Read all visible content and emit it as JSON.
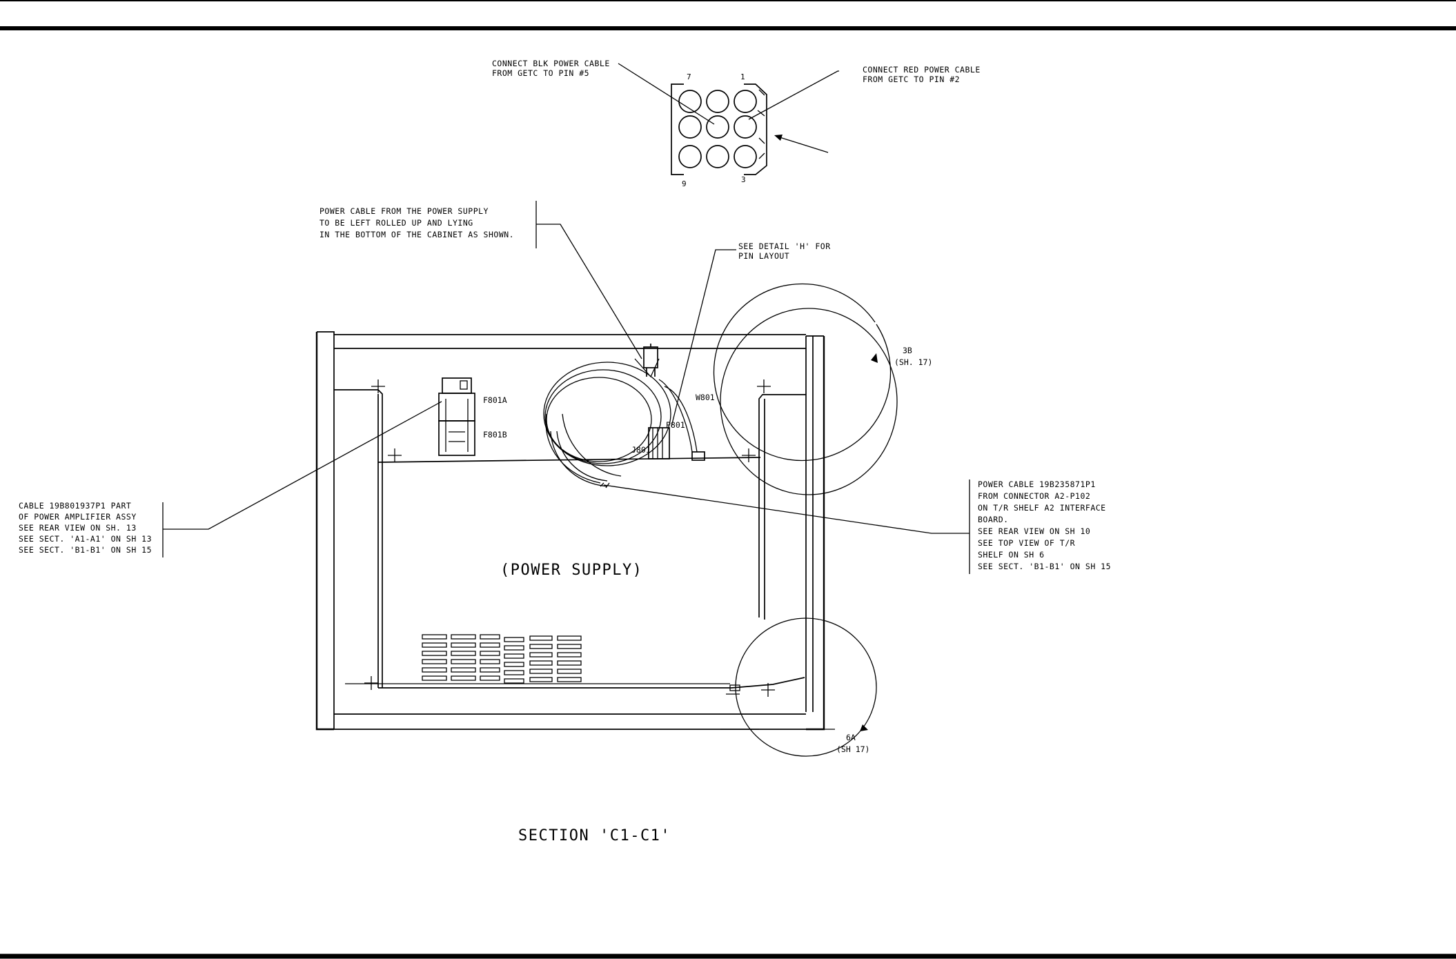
{
  "detail": {
    "pin_top_left": "7",
    "pin_top_right": "1",
    "pin_bottom_left": "9",
    "pin_bottom_right": "3",
    "callout_blk": [
      "CONNECT BLK POWER CABLE",
      "FROM GETC TO PIN #5"
    ],
    "callout_red": [
      "CONNECT RED POWER CABLE",
      "FROM GETC TO PIN #2"
    ]
  },
  "notes": {
    "coiled_cable": [
      "POWER CABLE FROM THE POWER SUPPLY",
      "TO BE LEFT ROLLED UP AND LYING",
      "IN THE BOTTOM OF THE CABINET AS SHOWN."
    ],
    "detail_ref": [
      "SEE DETAIL 'H' FOR",
      "PIN LAYOUT"
    ],
    "cable_left": [
      "CABLE 19B801937P1 PART",
      "OF POWER AMPLIFIER ASSY",
      "SEE REAR VIEW ON SH. 13",
      "SEE SECT. 'A1-A1' ON SH 13",
      "SEE SECT. 'B1-B1' ON SH 15"
    ],
    "cable_right": [
      "POWER CABLE 19B235871P1",
      "FROM CONNECTOR A2-P102",
      "ON T/R SHELF A2 INTERFACE",
      "BOARD.",
      "SEE REAR VIEW ON SH 10",
      "SEE TOP VIEW OF T/R",
      "SHELF ON SH 6",
      "SEE SECT. 'B1-B1' ON SH 15"
    ]
  },
  "refs": {
    "f801a": "F801A",
    "f801b": "F801B",
    "w801": "W801",
    "p801": "P801",
    "j801": "J801",
    "det_3b": [
      "3B",
      "(SH. 17)"
    ],
    "det_6a": [
      "6A",
      "(SH 17)"
    ]
  },
  "labels": {
    "power_supply": "(POWER SUPPLY)",
    "section_title": "SECTION 'C1-C1'"
  }
}
